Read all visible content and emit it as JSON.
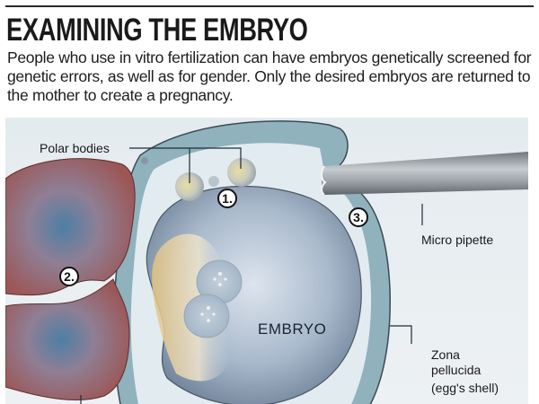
{
  "header": {
    "title": "EXAMINING THE EMBRYO",
    "description": "People who use in vitro fertilization can have embryos genetically screened for genetic errors, as well as for gender. Only the desired embryos are returned to the mother to create a pregnancy."
  },
  "diagram": {
    "labels": {
      "polar_bodies": "Polar bodies",
      "micro_pipette": "Micro pipette",
      "zona_pellucida_1": "Zona",
      "zona_pellucida_2": "pellucida",
      "zona_pellucida_3": "(egg's shell)",
      "embryo": "EMBRYO"
    },
    "steps": {
      "step1": "1.",
      "step2": "2.",
      "step3": "3."
    },
    "colors": {
      "background": "#e6ecef",
      "zona": "#8fb4bf",
      "embryo": "#a9b8c8",
      "holding_pipette": "#a26a6a",
      "pipette": "#9aa0a6",
      "yolk": "#e2c98f"
    }
  }
}
